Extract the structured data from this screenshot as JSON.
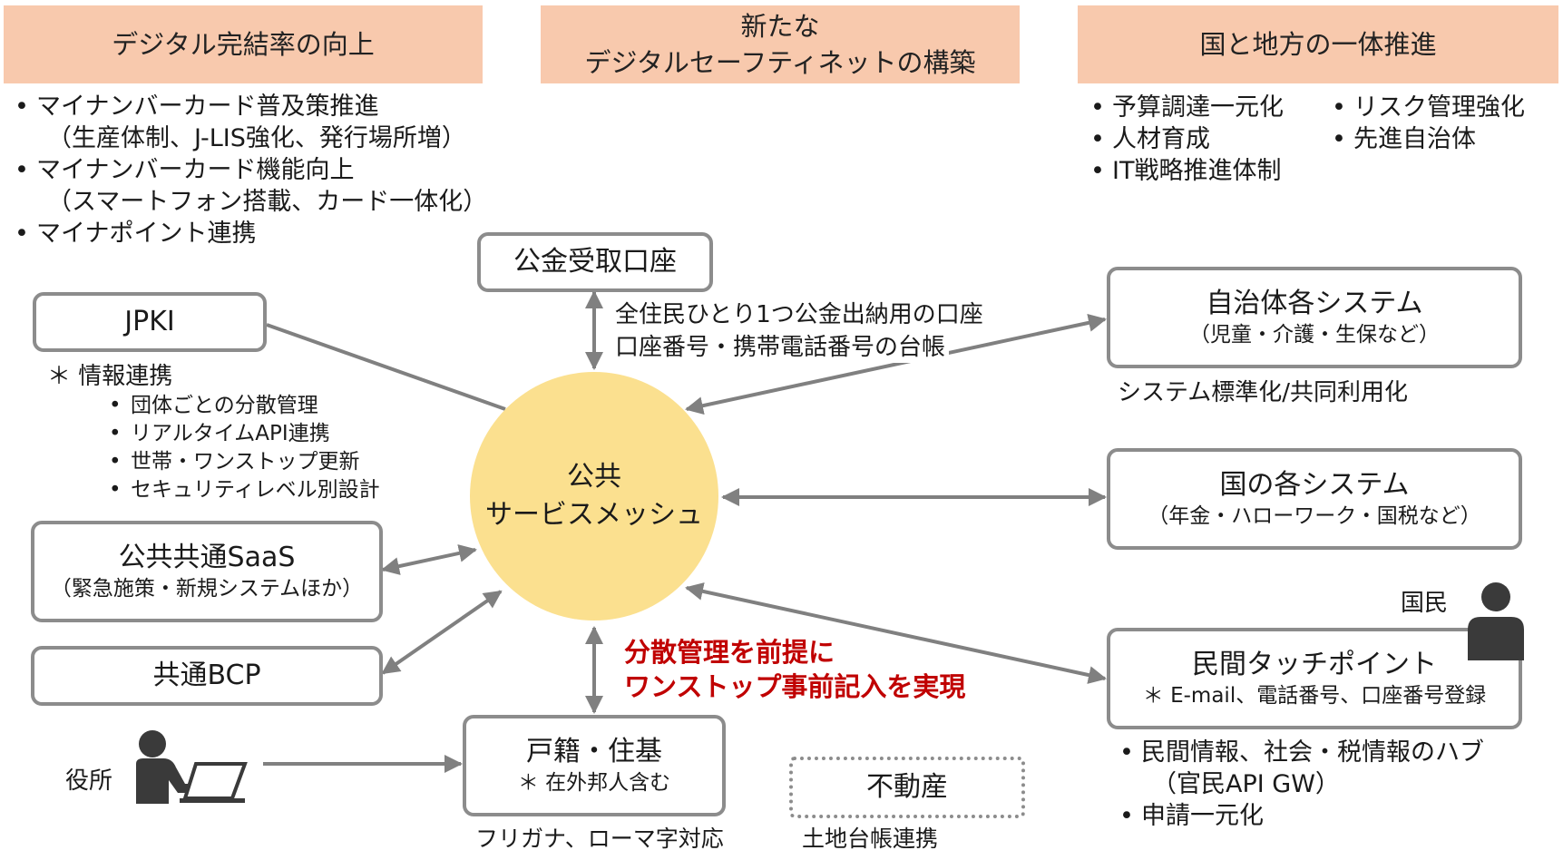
{
  "headers": [
    {
      "lines": [
        "デジタル完結率の向上"
      ]
    },
    {
      "lines": [
        "新たな",
        "デジタルセーフティネットの構築"
      ]
    },
    {
      "lines": [
        "国と地方の一体推進"
      ]
    }
  ],
  "left_bullets": [
    {
      "main": "マイナンバーカード普及策推進",
      "sub": "（生産体制、J-LIS強化、発行場所増）"
    },
    {
      "main": "マイナンバーカード機能向上",
      "sub": "（スマートフォン搭載、カード一体化）"
    },
    {
      "main": "マイナポイント連携",
      "sub": ""
    }
  ],
  "right_bullets_col1": [
    "予算調達一元化",
    "人材育成",
    "IT戦略推進体制"
  ],
  "right_bullets_col2": [
    "リスク管理強化",
    "先進自治体"
  ],
  "center": {
    "line1": "公共",
    "line2": "サービスメッシュ"
  },
  "boxes": {
    "koukin": {
      "title": "公金受取口座"
    },
    "jpki": {
      "title": "JPKI"
    },
    "saas": {
      "title": "公共共通SaaS",
      "sub": "（緊急施策・新規システムほか）"
    },
    "bcp": {
      "title": "共通BCP"
    },
    "koseki": {
      "title": "戸籍・住基",
      "sub": "＊ 在外邦人含む"
    },
    "fudousan": {
      "title": "不動産"
    },
    "jichitai": {
      "title": "自治体各システム",
      "sub": "（児童・介護・生保など）"
    },
    "kuni": {
      "title": "国の各システム",
      "sub": "（年金・ハローワーク・国税など）"
    },
    "minkan": {
      "title": "民間タッチポイント",
      "sub": "＊ E-mail、電話番号、口座番号登録"
    }
  },
  "jpki_note": {
    "head": "＊ 情報連携",
    "items": [
      "団体ごとの分散管理",
      "リアルタイムAPI連携",
      "世帯・ワンストップ更新",
      "セキュリティレベル別設計"
    ]
  },
  "koukin_desc": [
    "全住民ひとり1つ公金出納用の口座",
    "口座番号・携帯電話番号の台帳"
  ],
  "jichitai_note": "システム標準化/共同利用化",
  "red_text": [
    "分散管理を前提に",
    "ワンストップ事前記入を実現"
  ],
  "koseki_note": "フリガナ、ローマ字対応",
  "fudousan_note": "土地台帳連携",
  "yakusho_label": "役所",
  "kokumin_label": "国民",
  "minkan_bullets": [
    {
      "main": "民間情報、社会・税情報のハブ",
      "sub": "（官民API GW）"
    },
    {
      "main": "申請一元化",
      "sub": ""
    }
  ],
  "colors": {
    "header_bg": "#f8c9ad",
    "circle_fill": "#fbe08f",
    "box_border": "#8c8c8c",
    "arrow": "#808080",
    "emphasis_red": "#c00000",
    "person_icon": "#3a3a3a"
  },
  "icons": {
    "person": "person-icon",
    "person_laptop": "person-laptop-icon"
  }
}
